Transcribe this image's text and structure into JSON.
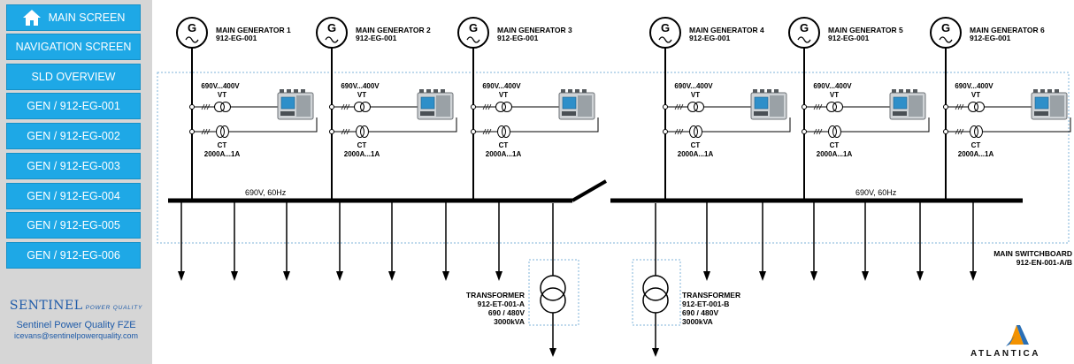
{
  "nav": {
    "main_screen": "MAIN SCREEN",
    "navigation_screen": "NAVIGATION SCREEN",
    "sld_overview": "SLD OVERVIEW",
    "gen1": "GEN / 912-EG-001",
    "gen2": "GEN / 912-EG-002",
    "gen3": "GEN / 912-EG-003",
    "gen4": "GEN / 912-EG-004",
    "gen5": "GEN / 912-EG-005",
    "gen6": "GEN / 912-EG-006"
  },
  "brand": {
    "logo_text": "SENTINEL",
    "logo_sub": "POWER QUALITY",
    "company": "Sentinel Power Quality FZE",
    "email": "icevans@sentinelpowerquality.com"
  },
  "atlantica": "ATLANTICA",
  "generator_symbol": "G",
  "generators": [
    {
      "name": "MAIN GENERATOR 1",
      "tag": "912-EG-001"
    },
    {
      "name": "MAIN GENERATOR 2",
      "tag": "912-EG-001"
    },
    {
      "name": "MAIN GENERATOR 3",
      "tag": "912-EG-001"
    },
    {
      "name": "MAIN GENERATOR 4",
      "tag": "912-EG-001"
    },
    {
      "name": "MAIN GENERATOR 5",
      "tag": "912-EG-001"
    },
    {
      "name": "MAIN GENERATOR 6",
      "tag": "912-EG-001"
    }
  ],
  "vt_ratio": "690V...400V",
  "vt_label": "VT",
  "ct_label": "CT",
  "ct_ratio": "2000A...1A",
  "bus_left_label": "690V, 60Hz",
  "bus_right_label": "690V, 60Hz",
  "switchboard": {
    "name": "MAIN SWITCHBOARD",
    "tag": "912-EN-001-A/B"
  },
  "transformers": [
    {
      "title": "TRANSFORMER",
      "tag": "912-ET-001-A",
      "voltage": "690 / 480V",
      "rating": "3000kVA"
    },
    {
      "title": "TRANSFORMER",
      "tag": "912-ET-001-B",
      "voltage": "690 / 480V",
      "rating": "3000kVA"
    }
  ],
  "colors": {
    "button": "#1ea8e6",
    "sidebar": "#d6d6d6",
    "brand_blue": "#1d5aa8",
    "dashed_box": "#7fb3d9",
    "atlantica_orange": "#f39200",
    "atlantica_blue": "#2a6fb5"
  }
}
